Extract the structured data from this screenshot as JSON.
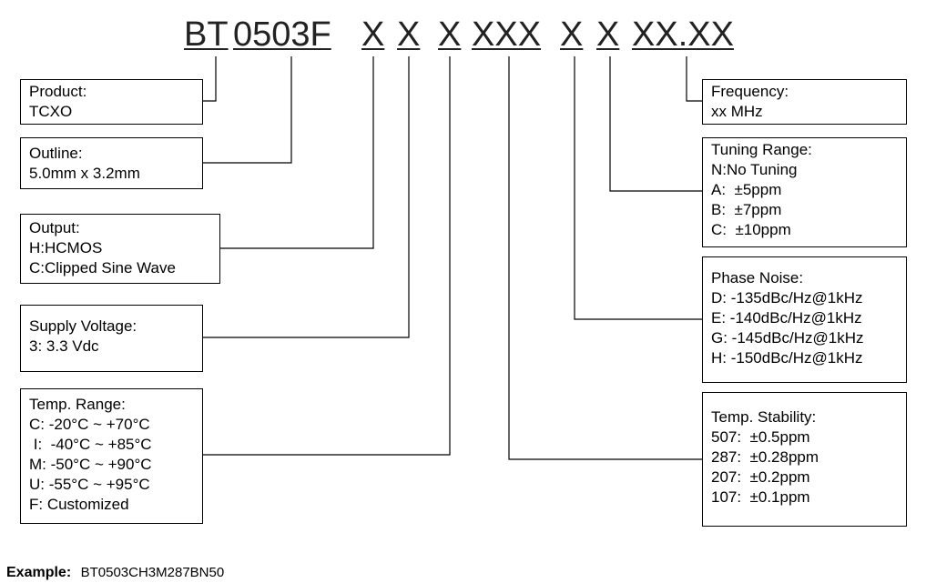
{
  "part_number": {
    "segments": [
      "BT",
      "0503F",
      "X",
      "X",
      "X",
      "XXX",
      "X",
      "X",
      "XX.XX"
    ]
  },
  "left_boxes": [
    {
      "lines": [
        "Product:",
        "TCXO"
      ]
    },
    {
      "lines": [
        "Outline:",
        "5.0mm x 3.2mm"
      ]
    },
    {
      "lines": [
        "Output:",
        "H:HCMOS",
        "C:Clipped Sine Wave"
      ]
    },
    {
      "lines": [
        "Supply Voltage:",
        "3: 3.3 Vdc"
      ]
    },
    {
      "lines": [
        "Temp. Range:",
        "C: -20°C ~ +70°C",
        " I:  -40°C ~ +85°C",
        "M: -50°C ~ +90°C",
        "U: -55°C ~ +95°C",
        "F: Customized"
      ]
    }
  ],
  "right_boxes": [
    {
      "lines": [
        "Frequency:",
        "xx MHz"
      ]
    },
    {
      "lines": [
        "Tuning Range:",
        "N:No Tuning",
        "A:  ±5ppm",
        "B:  ±7ppm",
        "C:  ±10ppm"
      ]
    },
    {
      "lines": [
        "Phase Noise:",
        "D: -135dBc/Hz@1kHz",
        "E: -140dBc/Hz@1kHz",
        "G: -145dBc/Hz@1kHz",
        "H: -150dBc/Hz@1kHz"
      ]
    },
    {
      "lines": [
        "Temp. Stability:",
        "507:  ±0.5ppm",
        "287:  ±0.28ppm",
        "207:  ±0.2ppm",
        "107:  ±0.1ppm"
      ]
    }
  ],
  "example": {
    "label": "Example:",
    "value": "BT0503CH3M287BN50"
  }
}
